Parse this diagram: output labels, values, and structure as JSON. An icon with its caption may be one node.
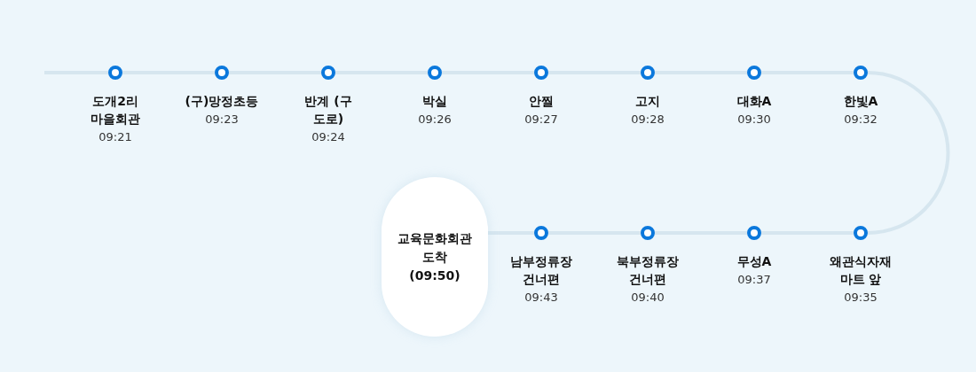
{
  "diagram": {
    "nodes": [
      {
        "text": [],
        "shape": "circle",
        "beside": [
          "도개2리 마을회관",
          "09:21"
        ]
      },
      {
        "text": [],
        "shape": "circle",
        "beside": [
          "(구)망정초등",
          "09:23"
        ]
      },
      {
        "text": [],
        "shape": "circle",
        "beside": [
          "반계 (구 도로)",
          "09:24"
        ]
      },
      {
        "text": [],
        "shape": "circle",
        "beside": [
          "박실",
          "09:26"
        ]
      },
      {
        "text": [],
        "shape": "circle",
        "beside": [
          "안찔",
          "09:27"
        ]
      },
      {
        "text": [],
        "shape": "circle",
        "beside": [
          "고지",
          "09:28"
        ]
      },
      {
        "text": [],
        "shape": "circle",
        "beside": [
          "대화A",
          "09:30"
        ]
      },
      {
        "text": [],
        "shape": "circle",
        "beside": [
          "한빛A",
          "09:32"
        ]
      },
      {
        "text": [],
        "shape": "circle",
        "beside": [
          "왜관식자재 마트 앞",
          "09:35"
        ]
      },
      {
        "text": [],
        "shape": "circle",
        "beside": [
          "무성A",
          "09:37"
        ]
      },
      {
        "text": [],
        "shape": "circle",
        "beside": [
          "북부정류장 건너편",
          "09:40"
        ]
      },
      {
        "text": [],
        "shape": "circle",
        "beside": [
          "남부정류장 건너편",
          "09:43"
        ]
      },
      {
        "text": [
          "교육문화회관 도착",
          "(09:50)"
        ]
      }
    ],
    "edges": [
      {
        "from": null,
        "to": 0,
        "arrow": "none"
      },
      {
        "from": 0,
        "to": 1,
        "arrow": "none"
      },
      {
        "from": 1,
        "to": 2,
        "arrow": "none"
      },
      {
        "from": 2,
        "to": 3,
        "arrow": "none"
      },
      {
        "from": 3,
        "to": 4,
        "arrow": "none"
      },
      {
        "from": 4,
        "to": 5,
        "arrow": "none"
      },
      {
        "from": 5,
        "to": 6,
        "arrow": "none"
      },
      {
        "from": 6,
        "to": 7,
        "arrow": "none"
      },
      {
        "from": 7,
        "to": 8,
        "arrow": "none"
      },
      {
        "from": 8,
        "to": 9,
        "arrow": "none"
      },
      {
        "from": 9,
        "to": 10,
        "arrow": "none"
      },
      {
        "from": 10,
        "to": 11,
        "arrow": "none"
      },
      {
        "from": 11,
        "to": 12,
        "arrow": "none"
      }
    ]
  }
}
